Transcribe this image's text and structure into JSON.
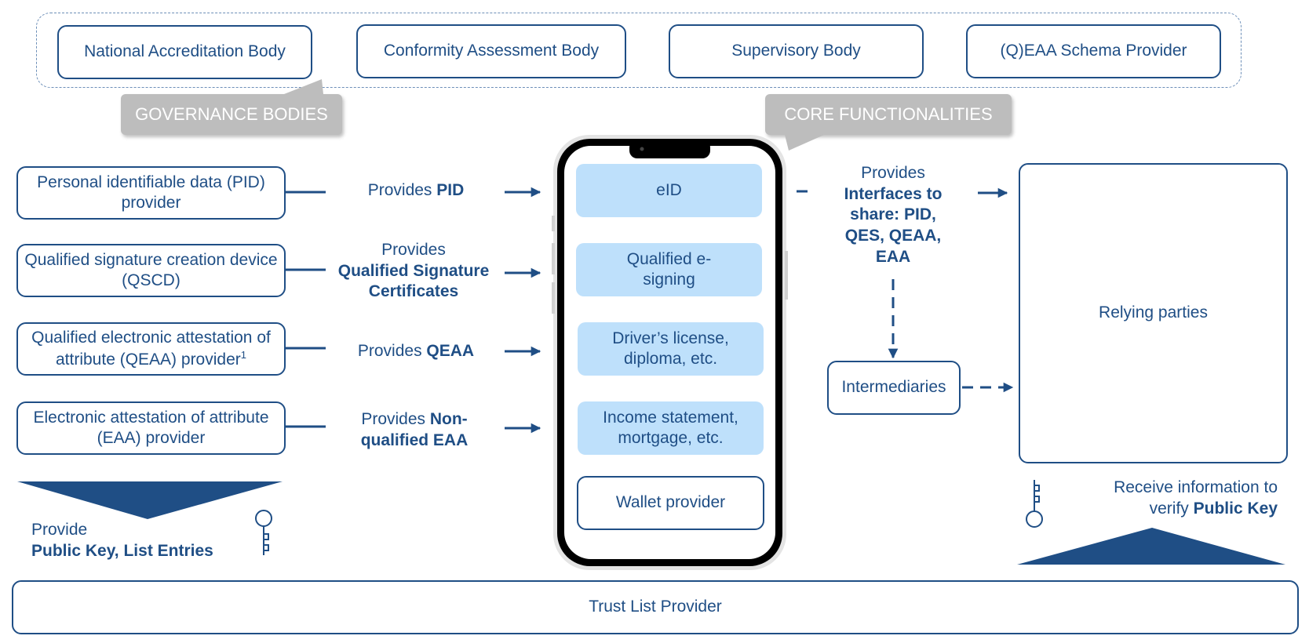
{
  "governance": {
    "bodies": [
      "National Accreditation Body",
      "Conformity Assessment Body",
      "Supervisory Body",
      "(Q)EAA Schema Provider"
    ],
    "callout": "GOVERNANCE BODIES"
  },
  "core": {
    "callout": "CORE FUNCTIONALITIES"
  },
  "providers": [
    {
      "name": "Personal identifiable data (PID) provider",
      "prefix": "Provides ",
      "bold": "PID"
    },
    {
      "name": "Qualified signature creation device (QSCD)",
      "prefix": "Provides",
      "bold": "Qualified Signature Certificates"
    },
    {
      "name": "Qualified electronic attestation of attribute (QEAA) provider",
      "name_sup": "1",
      "prefix": "Provides ",
      "bold": "QEAA"
    },
    {
      "name": "Electronic attestation of attribute (EAA) provider",
      "prefix": "Provides ",
      "bold": "Non-qualified EAA"
    }
  ],
  "wallet": {
    "features": [
      "eID",
      "Qualified e-signing",
      "Driver’s license, diploma, etc.",
      "Income statement, mortgage, etc."
    ],
    "provider": "Wallet provider"
  },
  "interfaces": {
    "prefix": "Provides",
    "bold": "Interfaces to share: PID, QES, QEAA, EAA"
  },
  "intermediaries": "Intermediaries",
  "relying_parties": "Relying parties",
  "left_bottom": {
    "line1": "Provide",
    "bold": "Public Key, List Entries"
  },
  "right_bottom": {
    "line1": "Receive information to",
    "line2_prefix": "verify ",
    "bold": "Public Key"
  },
  "trust_list": "Trust List Provider",
  "colors": {
    "primary": "#1f4e85",
    "feature_fill": "#bee0fb",
    "callout": "#bdbdbd"
  }
}
